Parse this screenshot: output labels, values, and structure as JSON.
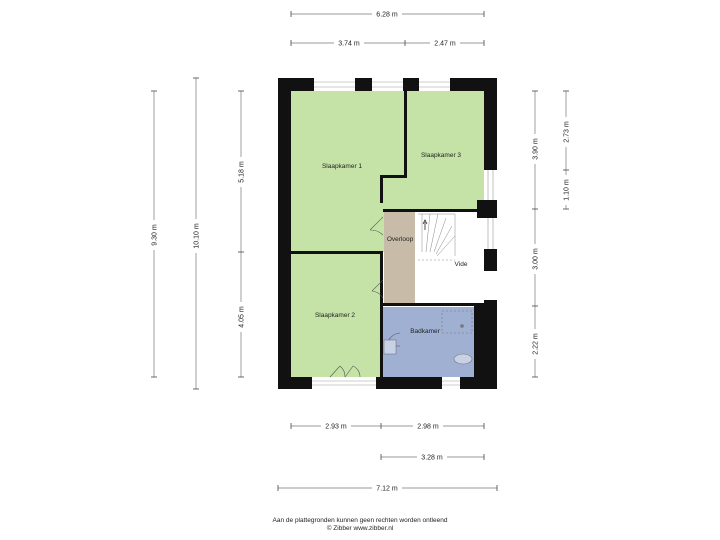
{
  "dimensions": {
    "top_total": "6.28 m",
    "top_left": "3.74 m",
    "top_right": "2.47 m",
    "left_outer": "9.30 m",
    "left_middle": "10.10 m",
    "left_upper": "5.18 m",
    "left_lower": "4.05 m",
    "right_top": "3.90 m",
    "right_top_outer": "2.73 m",
    "right_small": "1.10 m",
    "right_middle": "3.00 m",
    "right_bottom": "2.22 m",
    "bottom_left": "2.93 m",
    "bottom_right": "2.98 m",
    "bottom_mid": "3.28 m",
    "bottom_total": "7.12 m"
  },
  "rooms": {
    "slaapkamer1": "Slaapkamer 1",
    "slaapkamer2": "Slaapkamer 2",
    "slaapkamer3": "Slaapkamer 3",
    "overloop": "Overloop",
    "badkamer": "Badkamer",
    "vide": "Vide"
  },
  "colors": {
    "bedroom": "#c5e3a6",
    "landing": "#c8bca9",
    "bathroom": "#9fb0d3",
    "wall": "#111111"
  },
  "footer": {
    "line1": "Aan de plattegronden kunnen geen rechten worden ontleend",
    "line2": "© Zibber www.zibber.nl"
  }
}
